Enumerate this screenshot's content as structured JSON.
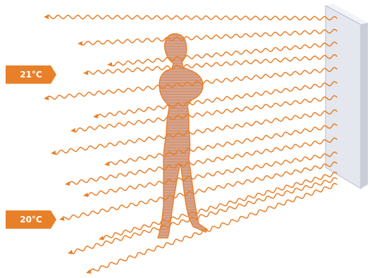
{
  "labels": {
    "upper_temperature": "21°C",
    "lower_temperature": "20°C"
  },
  "colors": {
    "heat_ray": "#e8802a",
    "badge_fill": "#e8802a",
    "badge_text": "#ffffff",
    "figure_fill": "#d9a48a",
    "figure_stroke": "#e8802a",
    "panel_front": "#e4e7ee",
    "panel_side": "#c9ced9",
    "panel_top": "#f1f3f7"
  },
  "icons": {
    "person": "standing-person-figure",
    "panel": "radiant-wall-panel",
    "ray": "wavy-heat-ray-arrow"
  }
}
